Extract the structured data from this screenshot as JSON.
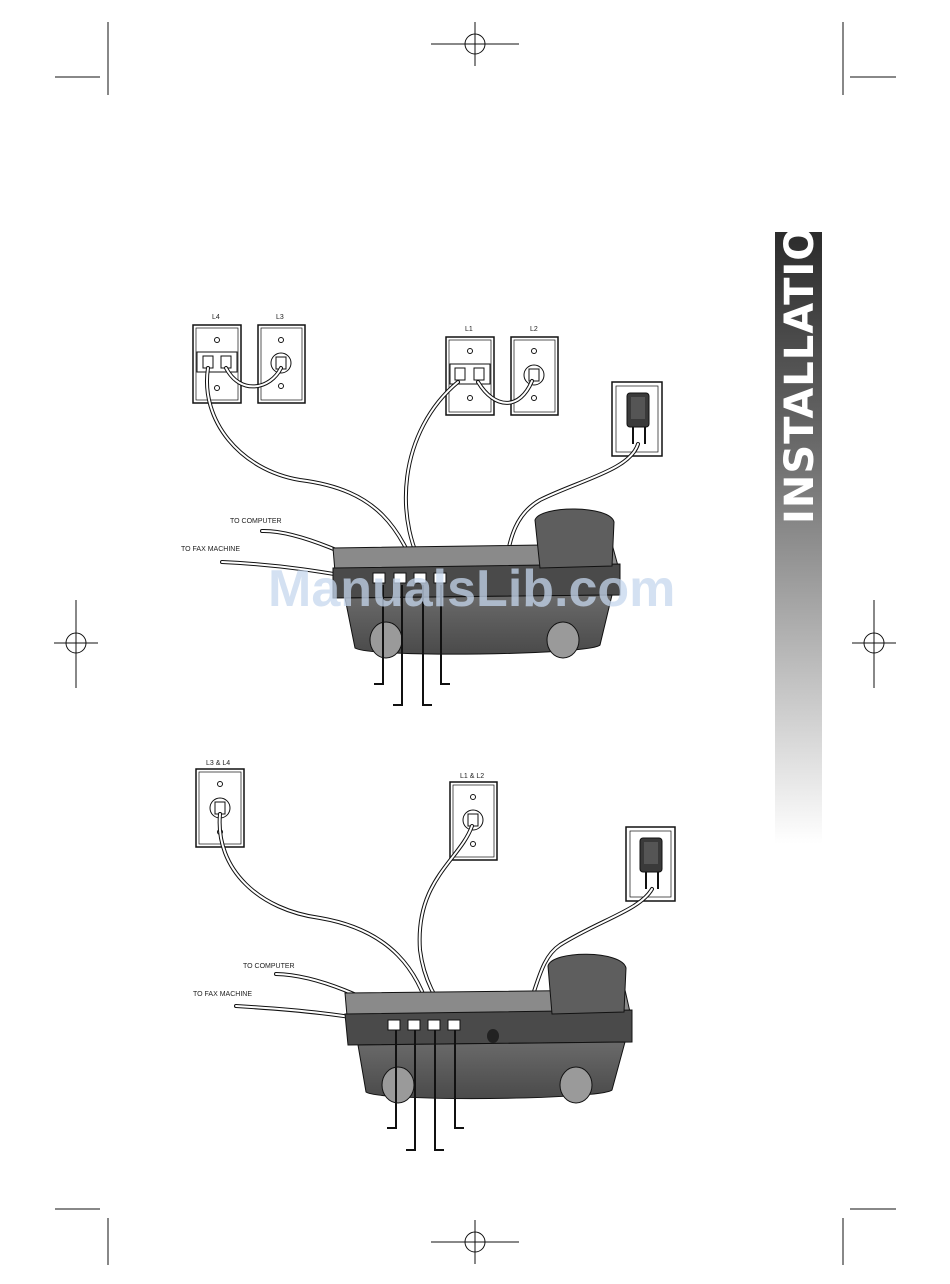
{
  "side_tab": {
    "label": "INSTALLATION"
  },
  "watermark": {
    "text": "ManualsLib.com"
  },
  "diagram_top": {
    "jack_labels": {
      "l4": "L4",
      "l3": "L3",
      "l1": "L1",
      "l2": "L2"
    },
    "to_computer": "TO COMPUTER",
    "to_fax": "TO FAX MACHINE"
  },
  "diagram_bottom": {
    "jack_labels": {
      "l3l4": "L3 & L4",
      "l1l2": "L1 & L2"
    },
    "to_computer": "TO COMPUTER",
    "to_fax": "TO FAX MACHINE"
  },
  "colors": {
    "tab_top": "#2b2b2b",
    "tab_bottom": "#ffffff",
    "phone_body": "#5e5e5e",
    "watermark": "#c5d7ee"
  }
}
